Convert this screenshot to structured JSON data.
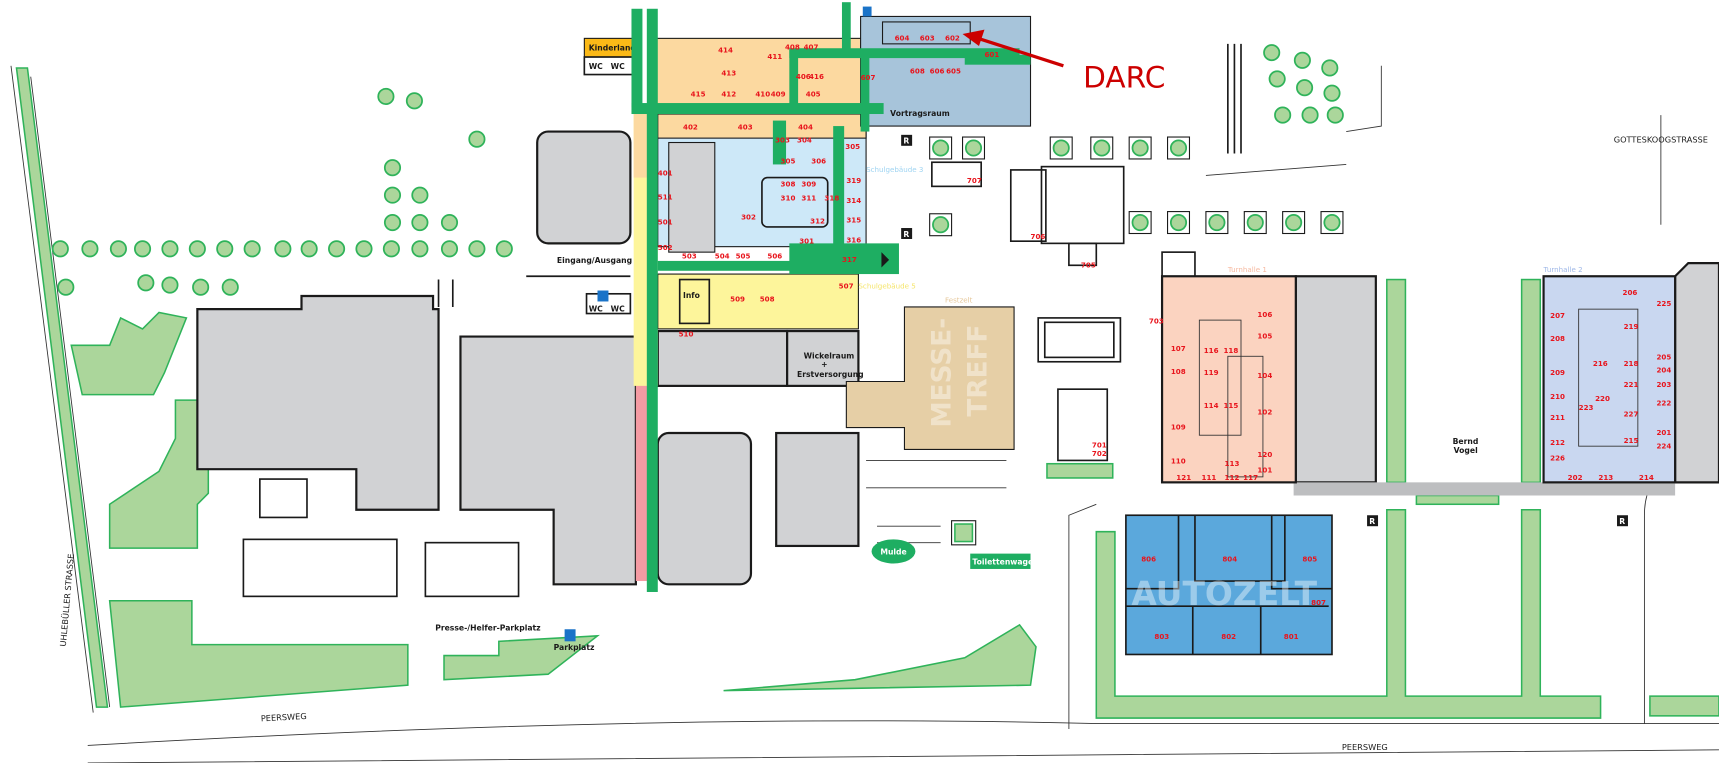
{
  "map": {
    "annotation": {
      "text": "DARC",
      "color": "#cc0000"
    },
    "streets": {
      "uhlebueller": "UHLEBÜLLER STRASSE",
      "peersweg_left": "PEERSWEG",
      "peersweg_right": "PEERSWEG",
      "gotteskoog": "GOTTESKOOGSTRASSE"
    },
    "areas": {
      "kinderland": "Kinderland",
      "wc": "WC",
      "eingang": "Eingang/Ausgang",
      "vortragsraum": "Vortragsraum",
      "schulgebaeude3": "Schulgebäude 3",
      "schulgebaeude5": "Schulgebäude 5",
      "info": "Info",
      "wickelraum": "Wickelraum",
      "plus": "+",
      "erstversorgung": "Erstversorgung",
      "festzelt": "Festzelt",
      "messe": "MESSE-",
      "treff": "TREFF",
      "turnhalle1": "Turnhalle 1",
      "turnhalle2": "Turnhalle 2",
      "bernd": "Bernd",
      "vogel": "Vogel",
      "autozelt": "AUTOZELT",
      "mulde": "Mulde",
      "toilettenwagen": "Toilettenwagen",
      "presse": "Presse-/Helfer-Parkplatz",
      "parkplatz": "Parkplatz",
      "r": "R"
    },
    "rooms": {
      "b6": [
        "604",
        "603",
        "602",
        "601",
        "608",
        "606",
        "605",
        "607"
      ],
      "b4": [
        "414",
        "413",
        "415",
        "412",
        "411",
        "408",
        "407",
        "410",
        "409",
        "406",
        "416",
        "405",
        "402",
        "403",
        "404"
      ],
      "b3": [
        "303",
        "304",
        "305",
        "305",
        "306",
        "308",
        "309",
        "310",
        "311",
        "318",
        "302",
        "312",
        "301",
        "319",
        "314",
        "315",
        "316",
        "317"
      ],
      "b5": [
        "401",
        "511",
        "501",
        "502",
        "503",
        "504",
        "505",
        "506",
        "507",
        "509",
        "508",
        "510"
      ],
      "b7": [
        "707",
        "706",
        "705",
        "703",
        "701",
        "702"
      ],
      "t1": [
        "106",
        "105",
        "107",
        "116",
        "118",
        "119",
        "108",
        "104",
        "114",
        "115",
        "102",
        "109",
        "101",
        "110",
        "113",
        "120",
        "121",
        "111",
        "112",
        "117"
      ],
      "t2": [
        "206",
        "225",
        "207",
        "219",
        "208",
        "205",
        "216",
        "218",
        "209",
        "204",
        "221",
        "203",
        "210",
        "220",
        "222",
        "223",
        "227",
        "211",
        "201",
        "212",
        "215",
        "224",
        "226",
        "202",
        "213",
        "214"
      ],
      "az": [
        "806",
        "804",
        "805",
        "807",
        "803",
        "802",
        "801"
      ]
    },
    "colors": {
      "corridor": "#1eae62",
      "building4": "#fcd9a0",
      "building3": "#cde8f8",
      "building5": "#fdf59b",
      "building6": "#a7c4da",
      "festzelt": "#e6cfa6",
      "turnhalle1": "#fbd3c0",
      "turnhalle2": "#c9d7f0",
      "autozelt": "#5ba8dc"
    }
  }
}
